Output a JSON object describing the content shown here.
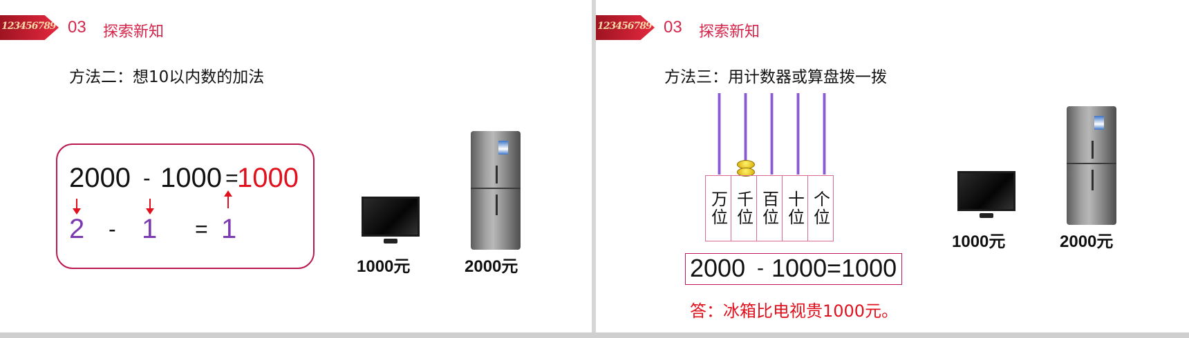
{
  "left_slide": {
    "badge": "123456789",
    "section_number": "03",
    "section_title": "探索新知",
    "method": "方法二：想10以内数的加法",
    "formula": {
      "a": "2000",
      "minus": "-",
      "b": "1000",
      "eq": "=",
      "result": "1000"
    },
    "simple": {
      "a": "2",
      "minus": "-",
      "b": "1",
      "eq": "=",
      "result": "1"
    },
    "tv_price": "1000元",
    "fridge_price": "2000元"
  },
  "right_slide": {
    "badge": "123456789",
    "section_number": "03",
    "section_title": "探索新知",
    "method": "方法三：用计数器或算盘拨一拨",
    "places": [
      "万位",
      "千位",
      "百位",
      "十位",
      "个位"
    ],
    "abacus_beads": {
      "千位": 2
    },
    "equation": {
      "a": "2000",
      "minus": "-",
      "b": "1000",
      "result": "=1000"
    },
    "answer": "答：冰箱比电视贵1000元。",
    "tv_price": "1000元",
    "fridge_price": "2000元"
  },
  "colors": {
    "accent": "#d4254a",
    "red": "#e0101c",
    "purple": "#7b3ab0",
    "border": "#b8174f"
  },
  "icons": [
    "tv-image",
    "fridge-image"
  ]
}
